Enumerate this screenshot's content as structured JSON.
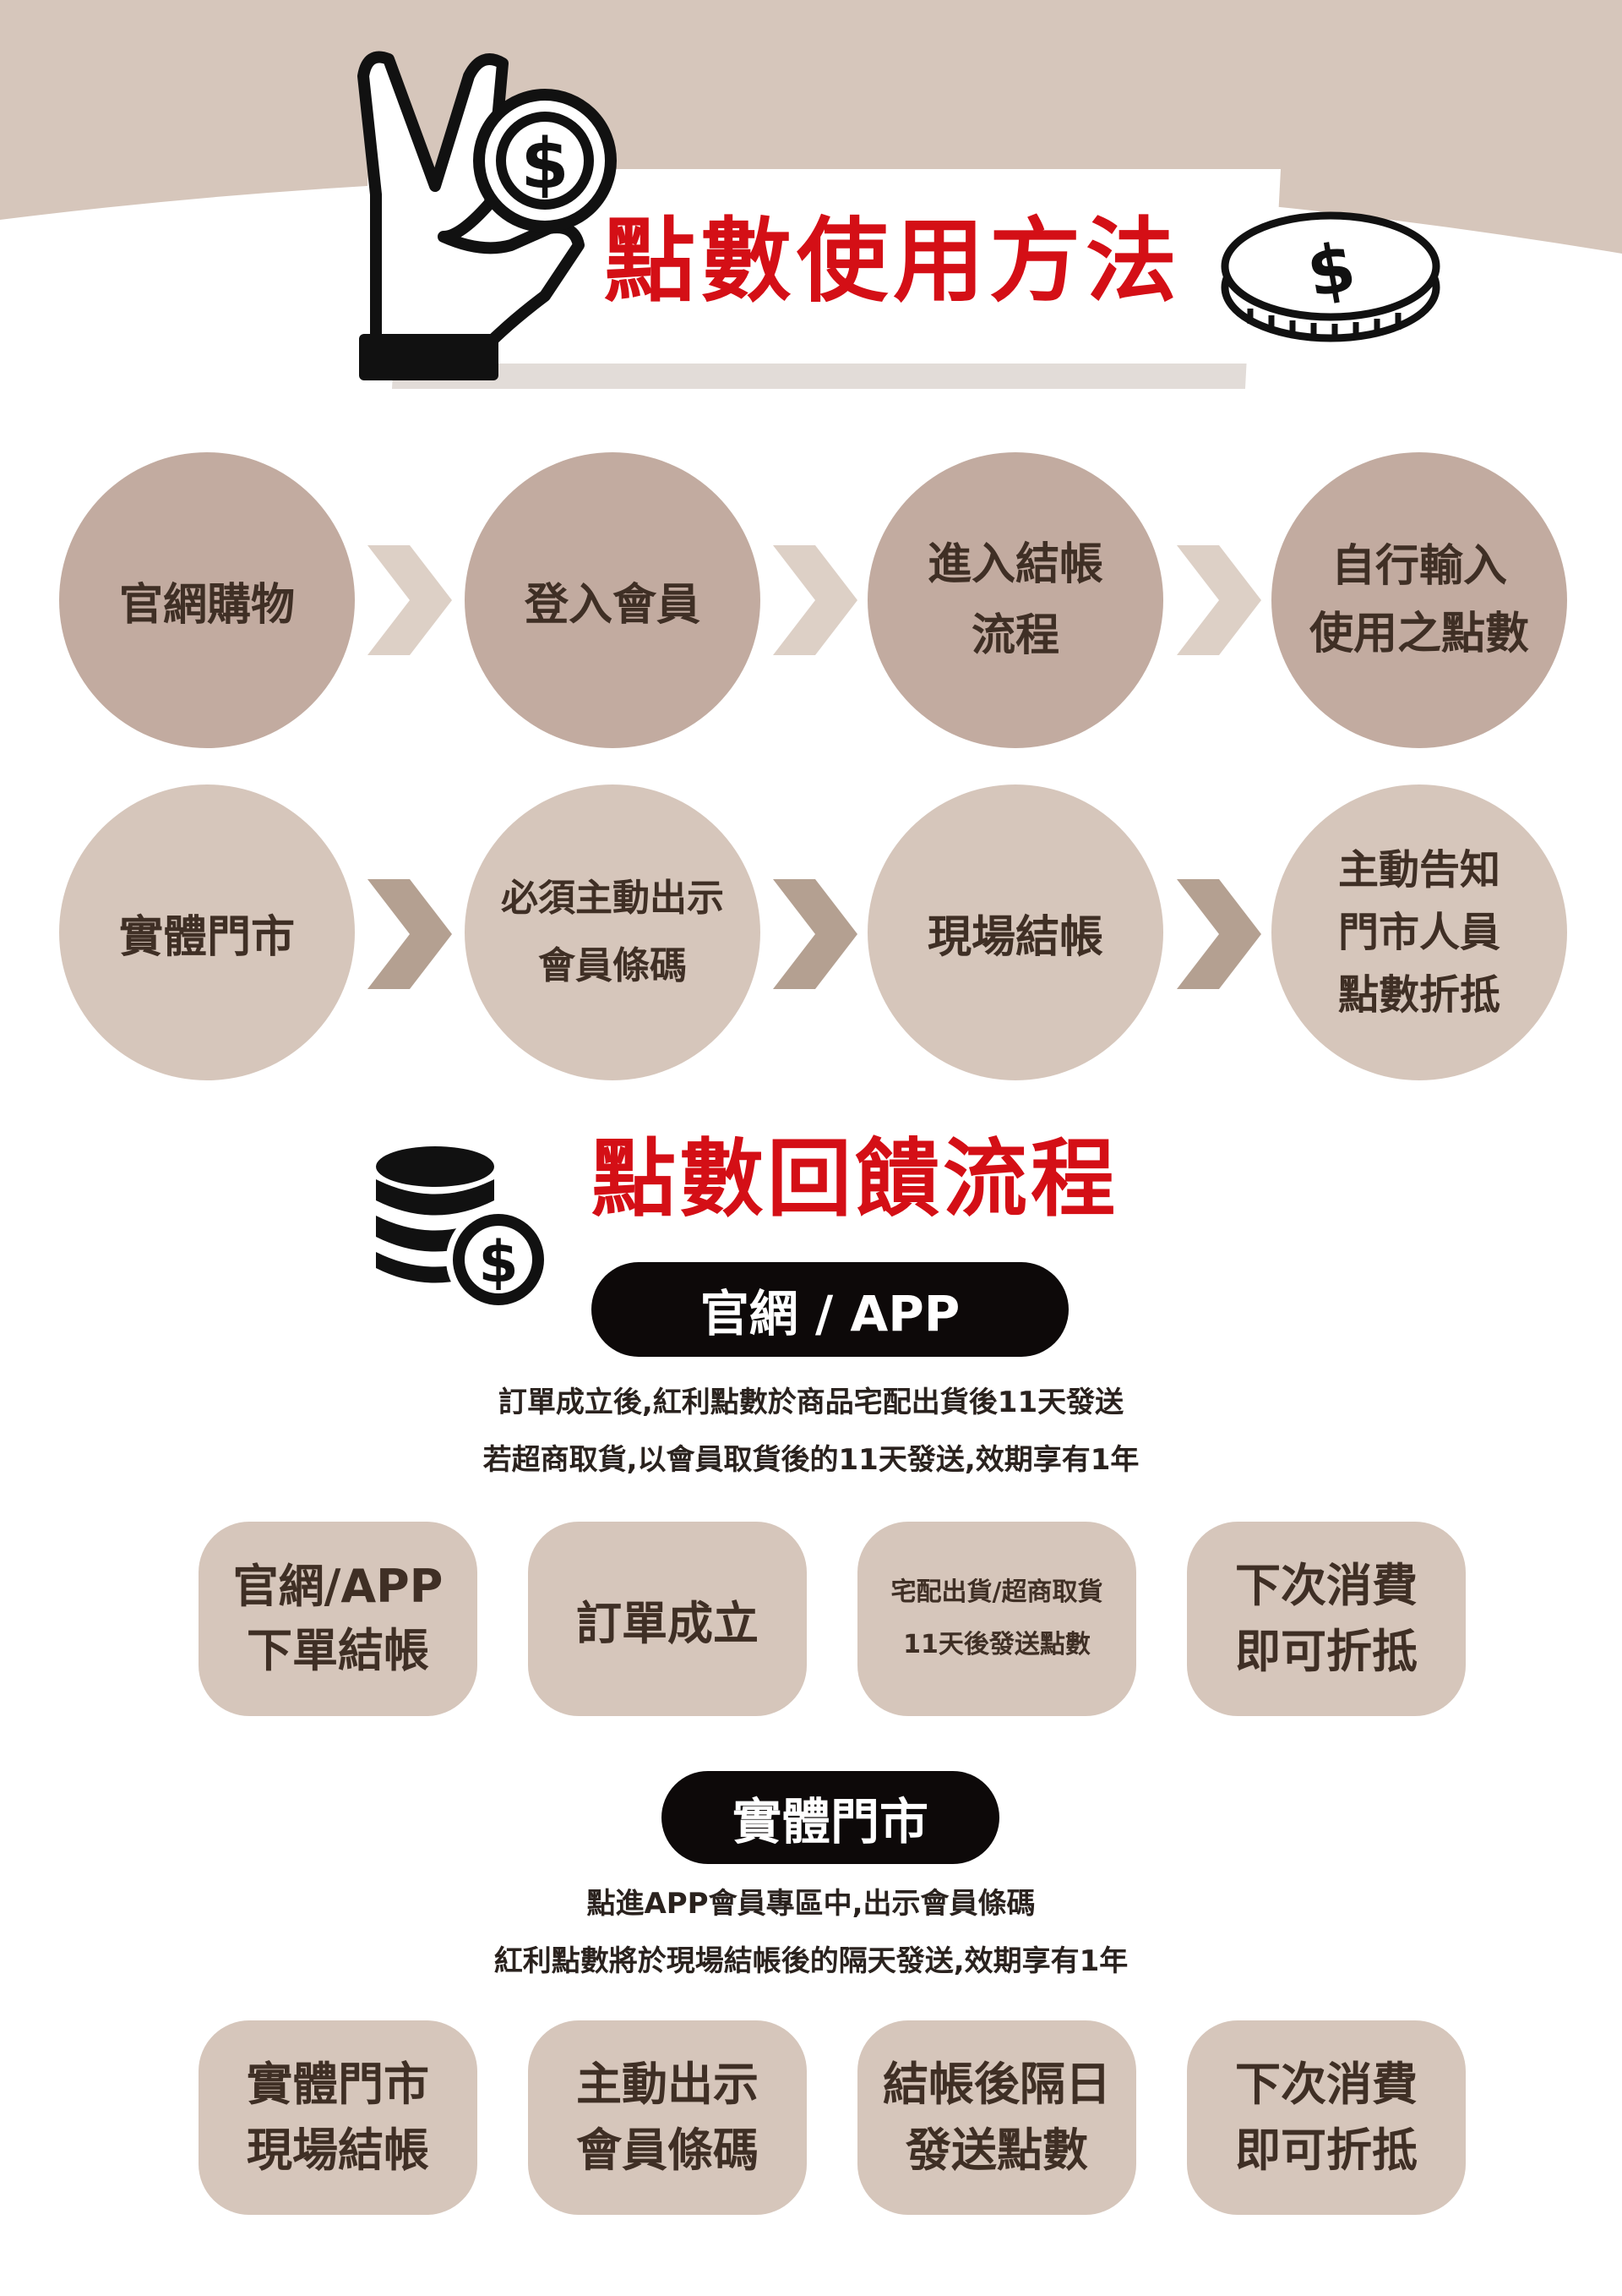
{
  "header": {
    "title": "點數使用方法"
  },
  "flow_online": {
    "steps": [
      "官網購物",
      "登入會員",
      "進入結帳\n流程",
      "自行輸入\n使用之點數"
    ]
  },
  "flow_store": {
    "steps": [
      "實體門市",
      "必須主動出示\n會員條碼",
      "現場結帳",
      "主動告知\n門市人員\n點數折抵"
    ]
  },
  "feedback": {
    "title": "點數回饋流程",
    "online": {
      "badge": "官網 / APP",
      "desc_line1": "訂單成立後,紅利點數於商品宅配出貨後11天發送",
      "desc_line2": "若超商取貨,以會員取貨後的11天發送,效期享有1年",
      "cards": [
        "官網/APP\n下單結帳",
        "訂單成立",
        "宅配出貨/超商取貨\n11天後發送點數",
        "下次消費\n即可折抵"
      ]
    },
    "store": {
      "badge": "實體門市",
      "desc_line1": "點進APP會員專區中,出示會員條碼",
      "desc_line2": "紅利點數將於現場結帳後的隔天發送,效期享有1年",
      "cards": [
        "實體門市\n現場結帳",
        "主動出示\n會員條碼",
        "結帳後隔日\n發送點數",
        "下次消費\n即可折抵"
      ]
    }
  },
  "colors": {
    "title_red": "#d40f16",
    "circle_dark": "#c2aba0",
    "circle_light": "#d6c6bb",
    "chevron_light": "#ddd0c6",
    "chevron_dark": "#b4a091",
    "band": "#d6c6bb",
    "pill": "#0d0909"
  },
  "icons": [
    "ok-hand-coin-icon",
    "dollar-coin-icon",
    "coin-stack-icon"
  ]
}
